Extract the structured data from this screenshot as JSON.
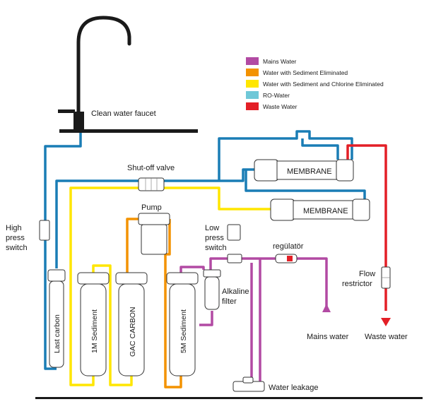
{
  "legend": [
    {
      "label": "Mains Water",
      "color": "#b24aa3"
    },
    {
      "label": "Water with Sediment Eliminated",
      "color": "#f39200"
    },
    {
      "label": "Water with Sediment and Chlorine Eliminated",
      "color": "#ffe600"
    },
    {
      "label": "RO-Water",
      "color": "#6fc8d8"
    },
    {
      "label": "Waste Water",
      "color": "#e31f26"
    }
  ],
  "pipe_colors": {
    "mains": "#b24aa3",
    "sediment": "#f39200",
    "chlorine": "#ffe600",
    "ro": "#1a7db5",
    "waste": "#e31f26"
  },
  "labels": {
    "faucet": "Clean water faucet",
    "shutoff": "Shut-off valve",
    "membrane1": "MEMBRANE",
    "membrane2": "MEMBRANE",
    "pump": "Pump",
    "high_press_1": "High",
    "high_press_2": "press",
    "high_press_3": "switch",
    "low_press_1": "Low",
    "low_press_2": "press",
    "low_press_3": "switch",
    "regulator": "regülatör",
    "alkaline_1": "Alkaline",
    "alkaline_2": "filter",
    "flow_1": "Flow",
    "flow_2": "restrictor",
    "mains_water": "Mains water",
    "waste_water": "Waste water",
    "water_leakage": "Water leakage",
    "last_carbon": "Last carbon",
    "sediment_1m": "1M Sediment",
    "gac_carbon": "GAC CARBON",
    "sediment_5m": "5M Sediment"
  }
}
